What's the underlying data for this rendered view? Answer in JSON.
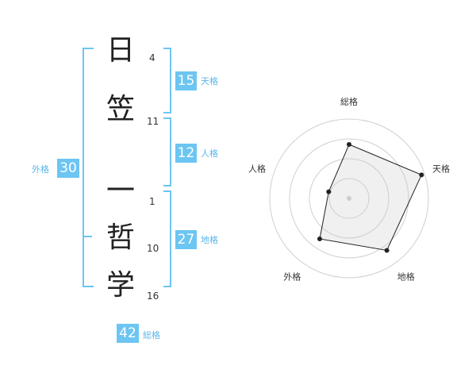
{
  "name_chars": [
    {
      "char": "日",
      "strokes": "4"
    },
    {
      "char": "笠",
      "strokes": "11"
    },
    {
      "char": "一",
      "strokes": "1"
    },
    {
      "char": "哲",
      "strokes": "10"
    },
    {
      "char": "学",
      "strokes": "16"
    }
  ],
  "kakusu": {
    "tenkaku": {
      "value": "15",
      "label": "天格"
    },
    "jinkaku": {
      "value": "12",
      "label": "人格"
    },
    "chikaku": {
      "value": "27",
      "label": "地格"
    },
    "gaikaku": {
      "value": "30",
      "label": "外格"
    },
    "soukaku": {
      "value": "42",
      "label": "総格"
    }
  },
  "colors": {
    "accent": "#6cc5f2",
    "text": "#222222"
  },
  "chart_data": {
    "type": "radar",
    "axes": [
      "総格",
      "天格",
      "地格",
      "外格",
      "人格"
    ],
    "values": [
      0.68,
      0.96,
      0.81,
      0.63,
      0.27
    ],
    "rings": 4,
    "grid": true
  }
}
